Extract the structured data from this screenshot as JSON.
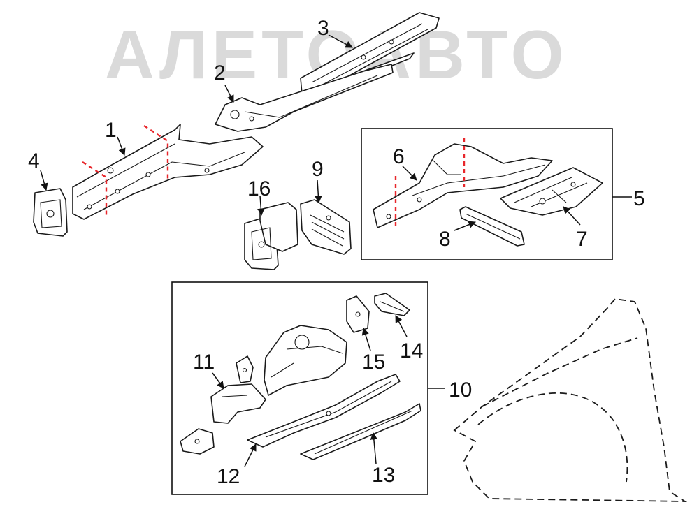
{
  "watermark": "АЛЕТОАВТО",
  "callouts": {
    "c1": "1",
    "c2": "2",
    "c3": "3",
    "c4": "4",
    "c5": "5",
    "c6": "6",
    "c7": "7",
    "c8": "8",
    "c9": "9",
    "c10": "10",
    "c11": "11",
    "c12": "12",
    "c13": "13",
    "c14": "14",
    "c15": "15",
    "c16": "16"
  },
  "colors": {
    "cut_line": "#e8262b",
    "line": "#1a1a1a",
    "watermark": "#bdbdbd"
  }
}
